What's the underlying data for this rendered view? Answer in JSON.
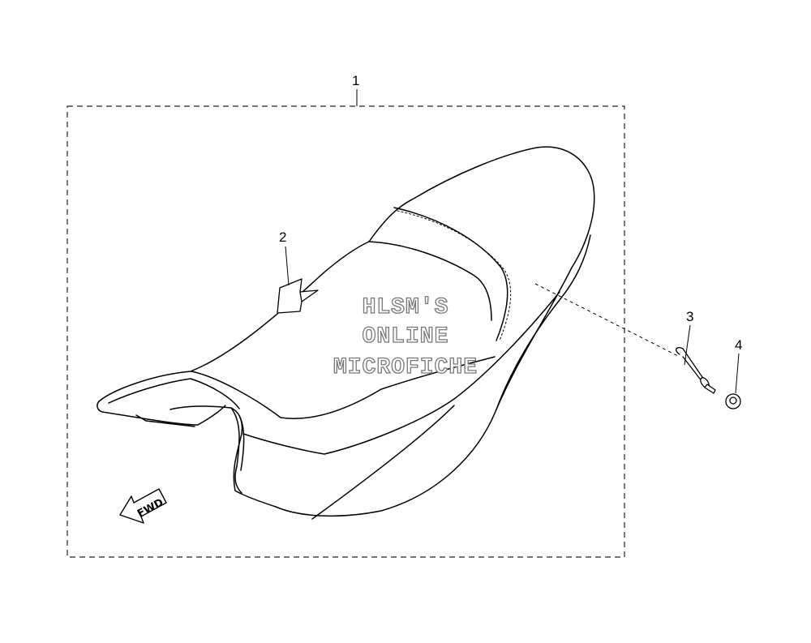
{
  "callouts": [
    "1",
    "2",
    "3",
    "4"
  ],
  "fwd_label": "FWD",
  "watermark": {
    "line1": "HLSM'S",
    "line2": "ONLINE",
    "line3": "MICROFICHE"
  }
}
